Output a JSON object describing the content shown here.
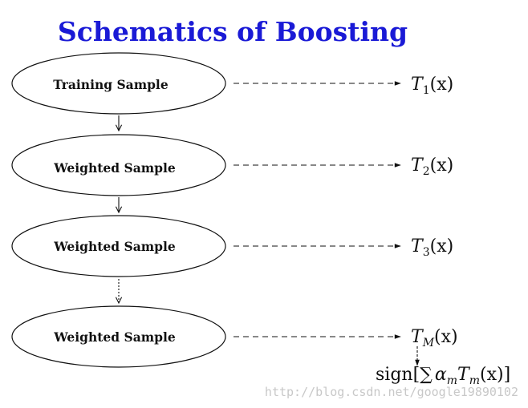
{
  "title": "Schematics of Boosting",
  "nodes": [
    {
      "label": "Training Sample"
    },
    {
      "label": "Weighted Sample"
    },
    {
      "label": "Weighted Sample"
    },
    {
      "label": "Weighted Sample"
    }
  ],
  "outputs": [
    {
      "func": "T",
      "sub": "1",
      "arg": "(x)"
    },
    {
      "func": "T",
      "sub": "2",
      "arg": "(x)"
    },
    {
      "func": "T",
      "sub": "3",
      "arg": "(x)"
    },
    {
      "func": "T",
      "sub": "M",
      "arg": "(x)"
    }
  ],
  "combination": {
    "sign": "sign",
    "open": "[",
    "sum": "∑",
    "alpha": "α",
    "alpha_sub": "m",
    "func": "T",
    "func_sub": "m",
    "arg": "(x)",
    "close": "]"
  },
  "watermark": "http://blog.csdn.net/google19890102"
}
